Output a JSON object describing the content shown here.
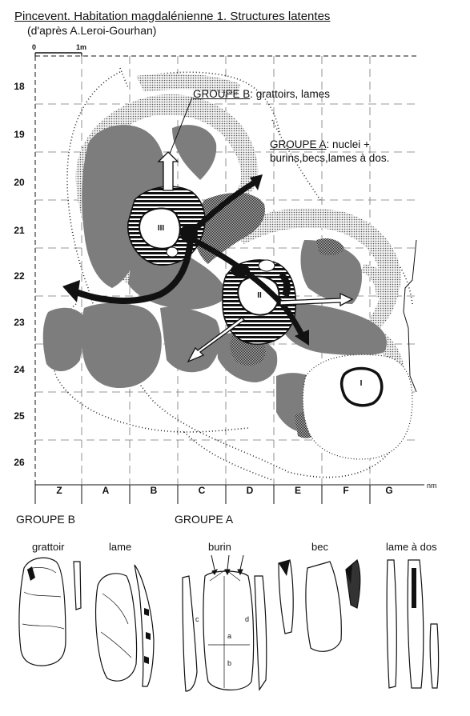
{
  "header": {
    "title": "Pincevent. Habitation magdalénienne 1. Structures latentes",
    "subtitle": "(d'après A.Leroi-Gourhan)"
  },
  "plan": {
    "scale": {
      "zero": "0",
      "one_meter": "1m"
    },
    "rows": [
      "18",
      "19",
      "20",
      "21",
      "22",
      "23",
      "24",
      "25",
      "26"
    ],
    "columns": [
      "Z",
      "A",
      "B",
      "C",
      "D",
      "E",
      "F",
      "G"
    ],
    "axis_mark": "nm",
    "hearths": {
      "iii": "III",
      "ii": "II",
      "i": "I"
    },
    "groupe_b": {
      "name": "GROUPE B",
      "text": ": grattoirs, lames"
    },
    "groupe_a": {
      "name": "GROUPE A",
      "text_line1": ": nuclei +",
      "text_line2": "burins,becs,lames à dos."
    }
  },
  "tools": {
    "groupe_b": {
      "title": "GROUPE B",
      "items": [
        "grattoir",
        "lame"
      ]
    },
    "groupe_a": {
      "title": "GROUPE A",
      "items": [
        "burin",
        "bec",
        "lame à dos"
      ]
    },
    "burin_letters": [
      "c",
      "d",
      "a",
      "b"
    ]
  }
}
